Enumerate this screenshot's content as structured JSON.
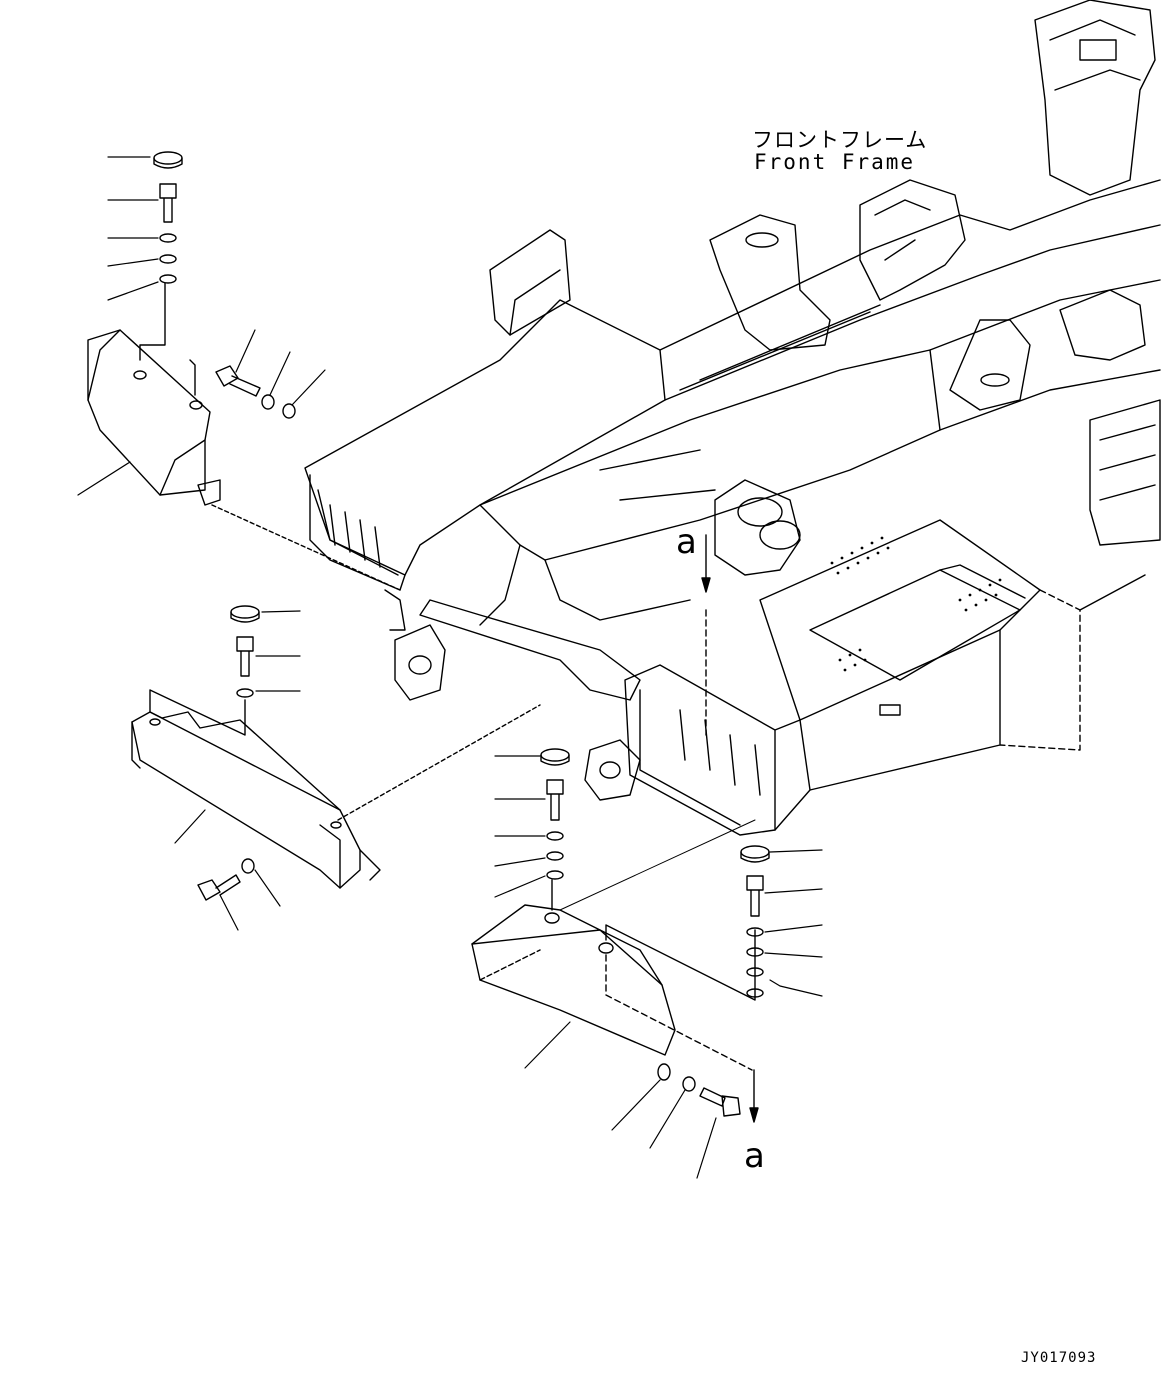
{
  "labels": {
    "frame_name_jp": "フロントフレーム",
    "frame_name_en": "Front Frame",
    "view_ref_start": "a",
    "view_ref_end": "a",
    "drawing_code": "JY017093"
  },
  "colors": {
    "line": "#000000",
    "background": "#ffffff"
  }
}
